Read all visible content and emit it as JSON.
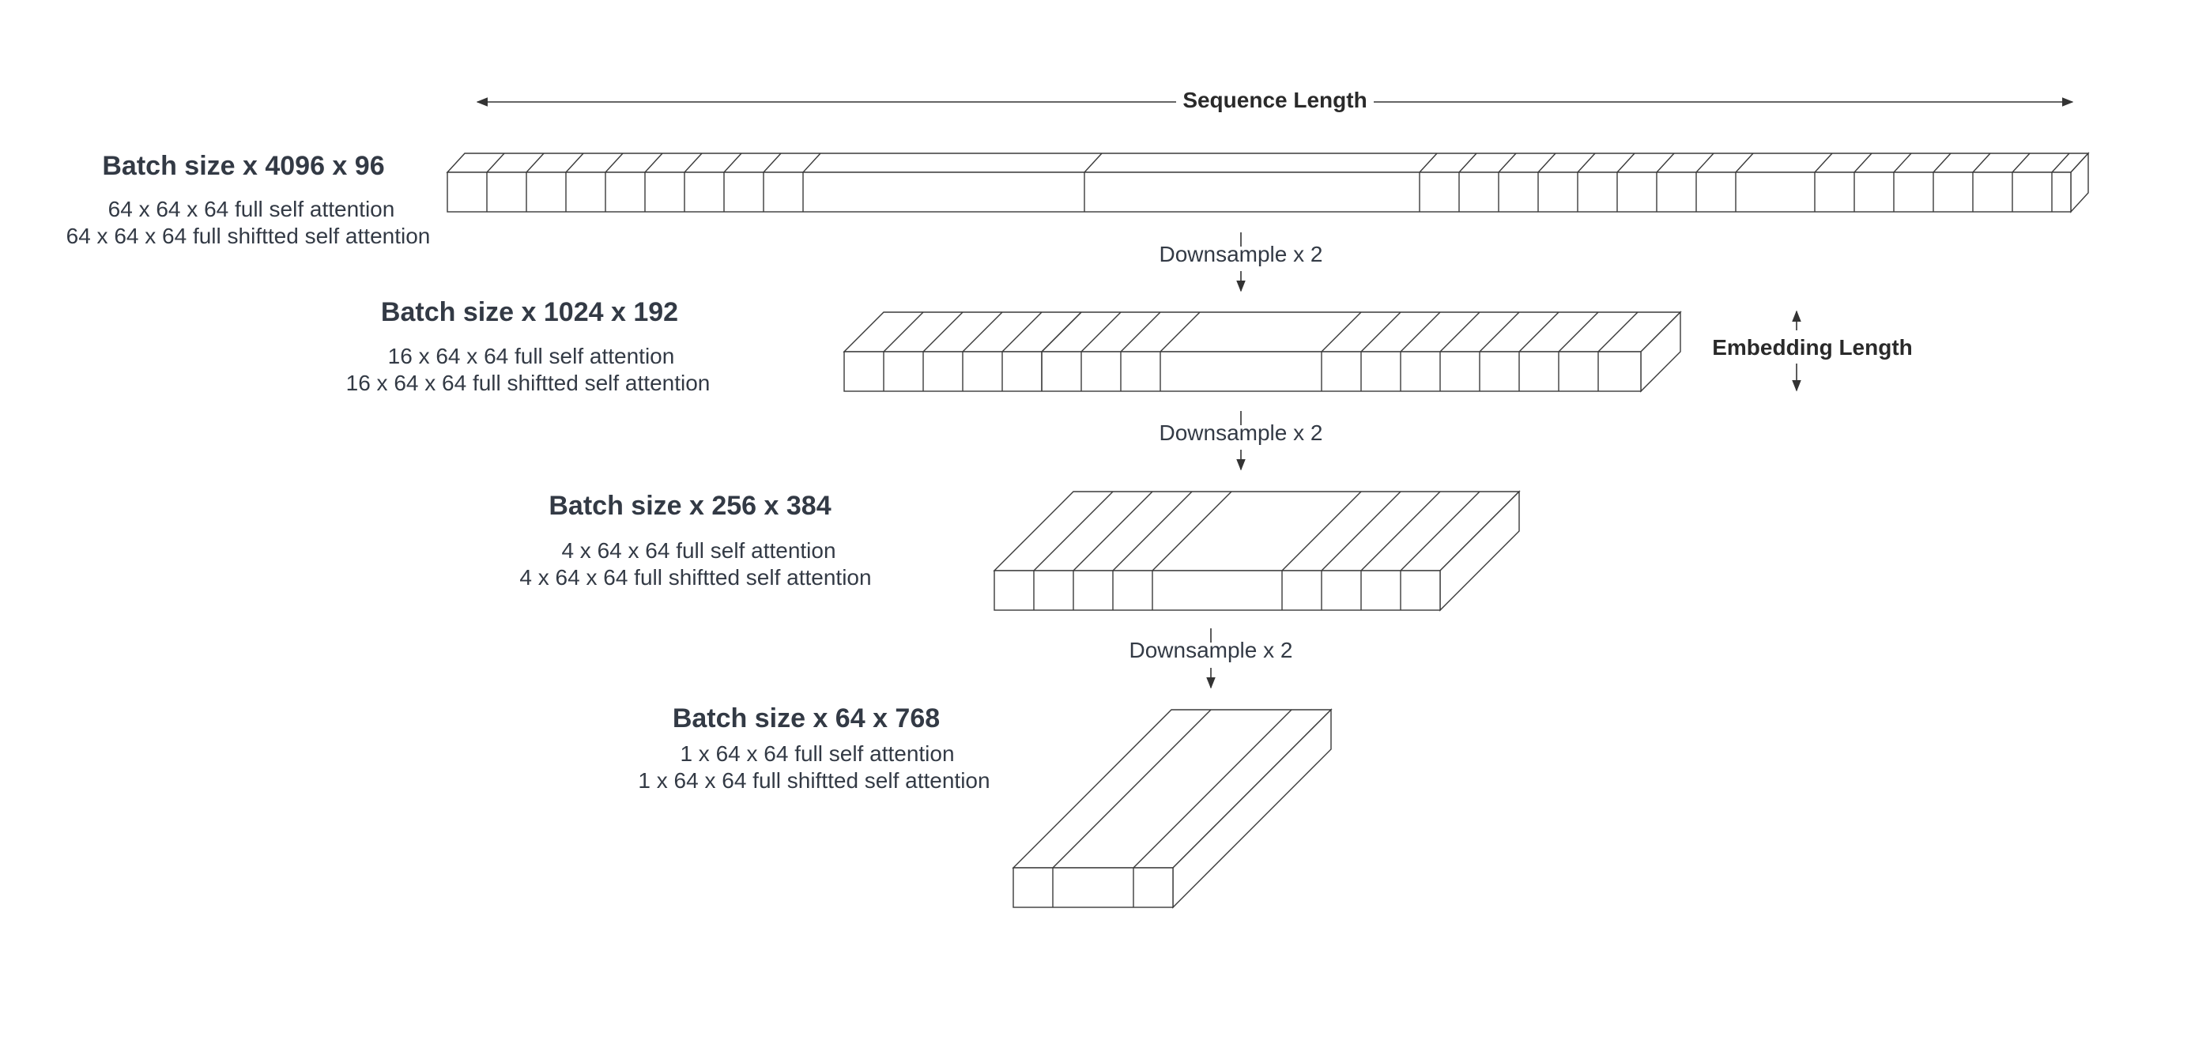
{
  "axes": {
    "sequence_label": "Sequence Length",
    "embedding_label": "Embedding Length"
  },
  "downsample_label": "Downsample x 2",
  "stages": [
    {
      "title": "Batch size x 4096 x 96",
      "line1": "64  x 64 x 64 full self attention",
      "line2": "64 x 64 x 64 full shiftted self attention"
    },
    {
      "title": "Batch size x 1024 x 192",
      "line1": "16  x 64 x 64 full self attention",
      "line2": "16 x 64 x 64 full shiftted self attention"
    },
    {
      "title": "Batch size x 256 x 384",
      "line1": "4  x 64 x 64 full self attention",
      "line2": "4 x 64 x 64 full shiftted self attention"
    },
    {
      "title": "Batch size x 64 x 768",
      "line1": "1  x 64 x 64 full self attention",
      "line2": "1 x 64 x 64 full shiftted self attention"
    }
  ]
}
